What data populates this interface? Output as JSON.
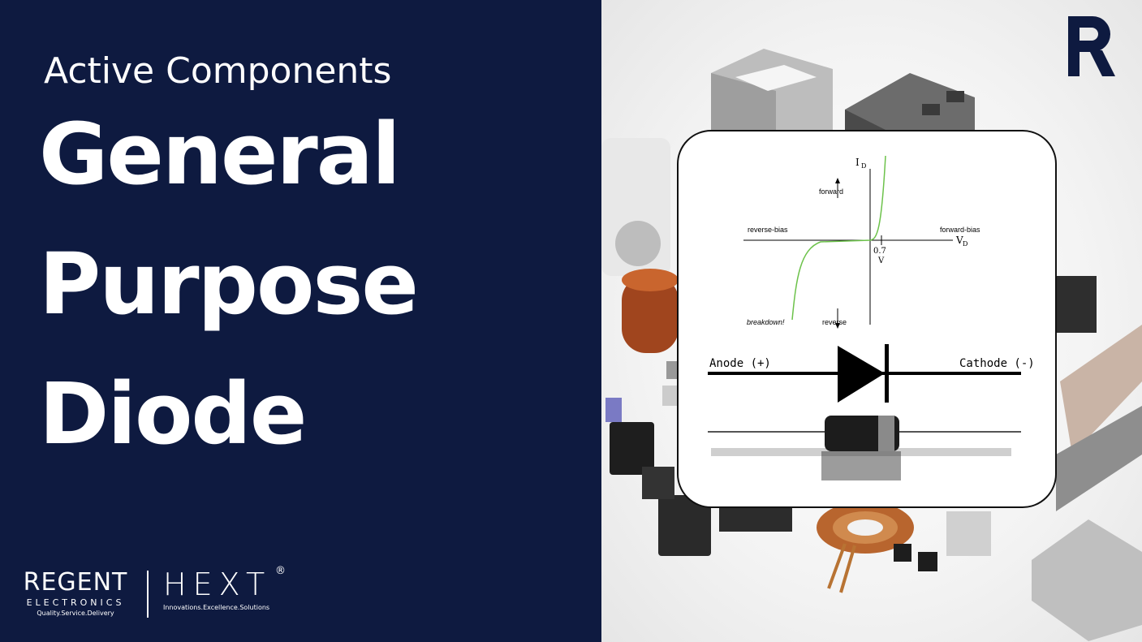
{
  "header": {
    "category": "Active Components",
    "title_lines": [
      "General",
      "Purpose",
      "Diode"
    ]
  },
  "brands": {
    "regent": {
      "name": "REGENT",
      "sub": "ELECTRONICS",
      "tagline": "Quality.Service.Delivery"
    },
    "hext": {
      "name": "HEXT",
      "registered": "®",
      "tagline": "Innovations.Excellence.Solutions"
    }
  },
  "iv_graph": {
    "y_axis_label": "I",
    "y_axis_sub": "D",
    "x_axis_label": "V",
    "x_axis_sub": "D",
    "forward": "forward",
    "reverse": "reverse",
    "forward_bias": "forward-bias",
    "reverse_bias": "reverse-bias",
    "breakdown": "breakdown!",
    "threshold_value": "0.7",
    "threshold_unit": "V"
  },
  "symbol": {
    "anode": "Anode (+)",
    "cathode": "Cathode (-)"
  },
  "colors": {
    "panel": "#0e1a40",
    "curve": "#6cc24a"
  }
}
